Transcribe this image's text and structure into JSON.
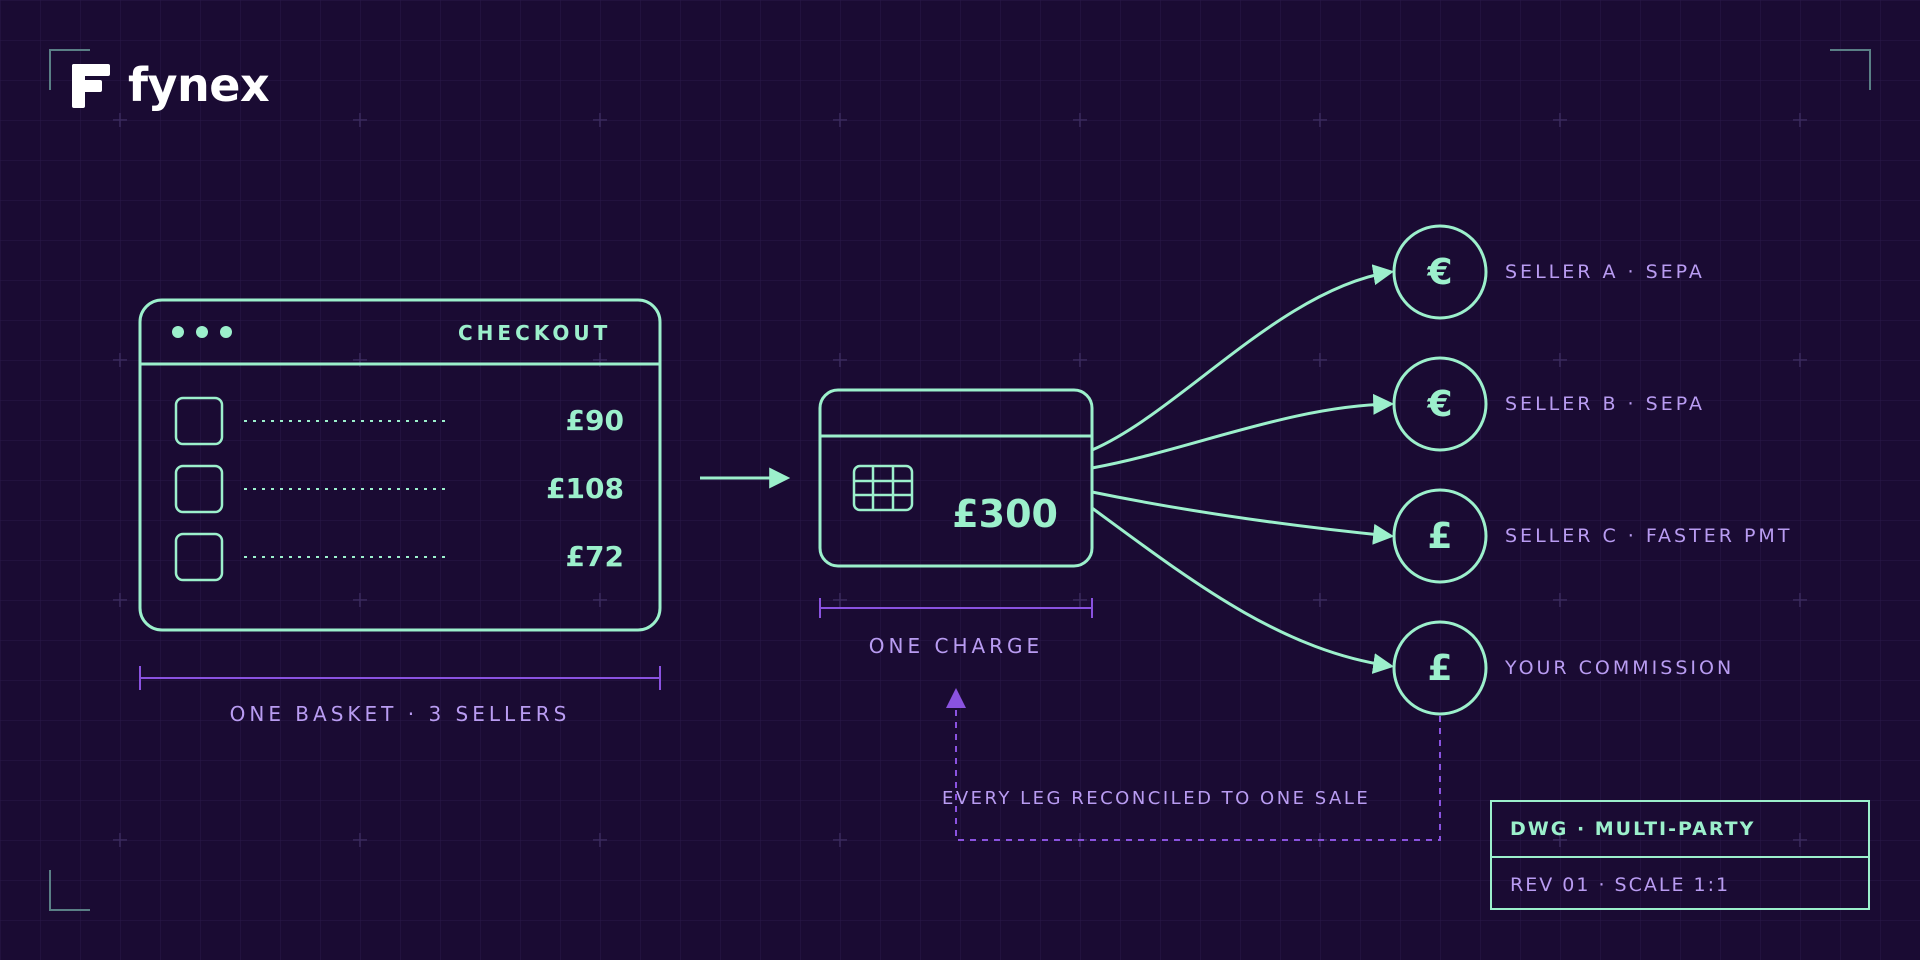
{
  "brand": {
    "name": "fynex",
    "icon": "f-logo-icon"
  },
  "checkout": {
    "title": "CHECKOUT",
    "items": [
      {
        "amount": "£90"
      },
      {
        "amount": "£108"
      },
      {
        "amount": "£72"
      }
    ],
    "caption": "ONE BASKET · 3 SELLERS"
  },
  "card": {
    "amount": "£300",
    "caption": "ONE CHARGE",
    "icon": "chip-icon"
  },
  "payouts": [
    {
      "symbol": "€",
      "label": "SELLER A · SEPA"
    },
    {
      "symbol": "€",
      "label": "SELLER B · SEPA"
    },
    {
      "symbol": "£",
      "label": "SELLER C · FASTER PMT"
    },
    {
      "symbol": "£",
      "label": "YOUR COMMISSION"
    }
  ],
  "reconcile_label": "EVERY LEG RECONCILED TO ONE SALE",
  "title_block": {
    "line1": "DWG · MULTI-PARTY",
    "line2": "REV 01 · SCALE 1:1"
  },
  "colors": {
    "background": "#1a0b33",
    "accent_green": "#9cf0cc",
    "accent_purple": "#b99cf2",
    "dim_line": "#8a52e0"
  }
}
